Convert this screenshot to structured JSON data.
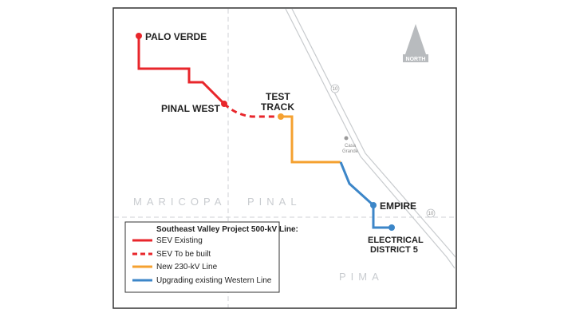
{
  "places": {
    "palo_verde": "PALO VERDE",
    "pinal_west": "PINAL WEST",
    "test_track_line1": "TEST",
    "test_track_line2": "TRACK",
    "empire": "EMPIRE",
    "ed5_line1": "ELECTRICAL",
    "ed5_line2": "DISTRICT 5",
    "casa_grande_line1": "Casa",
    "casa_grande_line2": "Grande"
  },
  "counties": {
    "maricopa": "MARICOPA",
    "pinal": "PINAL",
    "pima": "PIMA"
  },
  "roads": {
    "shield_a": "10",
    "shield_b": "10"
  },
  "north_arrow": {
    "label": "NORTH"
  },
  "legend": {
    "title": "Southeast Valley Project 500-kV Line:",
    "items": [
      {
        "label": "SEV Existing"
      },
      {
        "label": "SEV To be built"
      },
      {
        "label": "New 230-kV Line"
      },
      {
        "label": "Upgrading existing Western Line"
      }
    ]
  },
  "colors": {
    "sev_red": "#e8262b",
    "new_230_orange": "#f5a130",
    "western_blue": "#3c86c8",
    "frame": "#333333",
    "road_gray": "#c8cbce"
  }
}
